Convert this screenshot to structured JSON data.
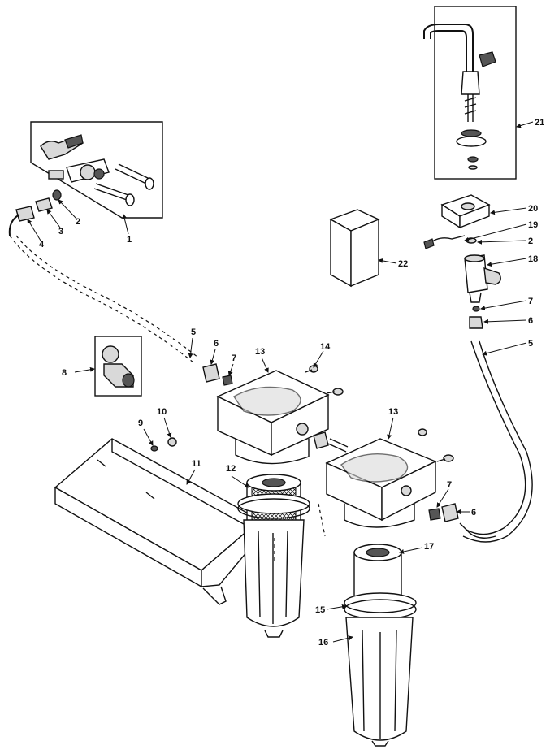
{
  "callouts": {
    "c1": "1",
    "c2a": "2",
    "c3": "3",
    "c4": "4",
    "c5a": "5",
    "c6a": "6",
    "c7a": "7",
    "c8": "8",
    "c9": "9",
    "c10": "10",
    "c11": "11",
    "c12": "12",
    "c13a": "13",
    "c14": "14",
    "c13b": "13",
    "c7b": "7",
    "c6b": "6",
    "c17": "17",
    "c15": "15",
    "c16": "16",
    "c21": "21",
    "c20": "20",
    "c19": "19",
    "c2b": "2",
    "c18": "18",
    "c7c": "7",
    "c6c": "6",
    "c5b": "5",
    "c22": "22"
  }
}
